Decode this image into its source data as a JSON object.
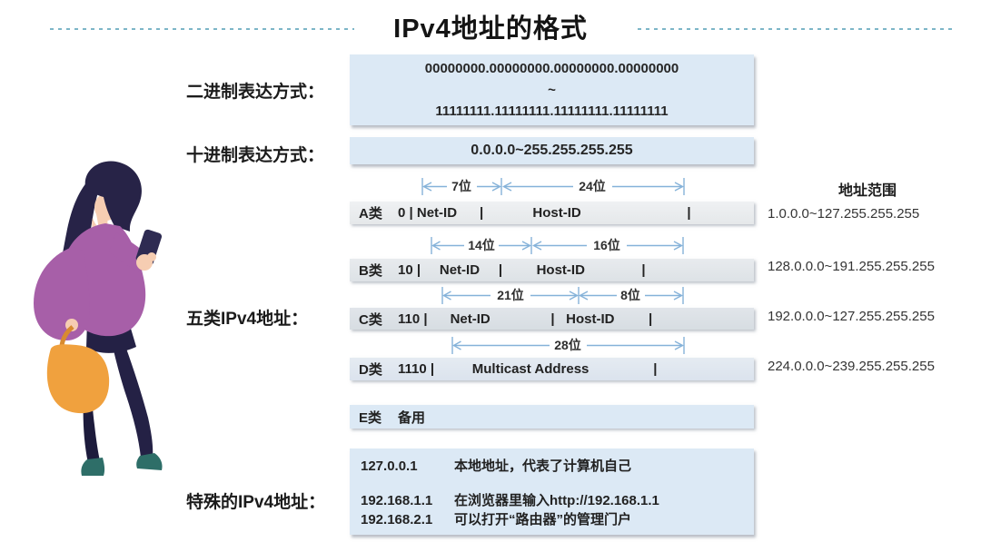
{
  "title": "IPv4地址的格式",
  "labels": {
    "binary": "二进制表达方式：",
    "decimal": "十进制表达方式：",
    "classes": "五类IPv4地址：",
    "special": "特殊的IPv4地址："
  },
  "binary_box": {
    "line1": "00000000.00000000.00000000.00000000",
    "separator": "~",
    "line2": "11111111.11111111.11111111.11111111"
  },
  "decimal_box": {
    "value": "0.0.0.0~255.255.255.255"
  },
  "range_header": "地址范围",
  "class_rows": [
    {
      "name": "A类",
      "bar_text": "0 | Net-ID      |             Host-ID                            |",
      "dims": [
        "7位",
        "24位"
      ],
      "range": "1.0.0.0~127.255.255.255"
    },
    {
      "name": "B类",
      "bar_text": "10 |     Net-ID     |         Host-ID               |",
      "dims": [
        "14位",
        "16位"
      ],
      "range": "128.0.0.0~191.255.255.255"
    },
    {
      "name": "C类",
      "bar_text": "110 |      Net-ID                |   Host-ID         |",
      "dims": [
        "21位",
        "8位"
      ],
      "range": "192.0.0.0~127.255.255.255"
    },
    {
      "name": "D类",
      "bar_text": "1110 |          Multicast Address                 |",
      "dims": [
        "28位"
      ],
      "range": "224.0.0.0~239.255.255.255"
    },
    {
      "name": "E类",
      "bar_text": "备用",
      "dims": [],
      "range": ""
    }
  ],
  "special_entries": [
    {
      "ip": "127.0.0.1",
      "desc": "本地地址，代表了计算机自己"
    },
    {
      "ip": "192.168.1.1",
      "desc": "在浏览器里输入http://192.168.1.1"
    },
    {
      "ip": "192.168.2.1",
      "desc": "可以打开“路由器”的管理门户"
    }
  ],
  "illustration": {
    "name": "woman-looking-at-phone"
  },
  "colors": {
    "box_blue": "#dce9f5",
    "bar_gray": "#e4e7ea",
    "arrow_blue": "#85b2d9",
    "dash_teal": "#7db6c8",
    "sweater_purple": "#a75fa8",
    "hair_navy": "#272347",
    "bag_orange": "#f0a13e",
    "shoes_teal": "#2e6e68",
    "skin": "#f6cdb2",
    "phone_navy": "#2e2b52"
  }
}
